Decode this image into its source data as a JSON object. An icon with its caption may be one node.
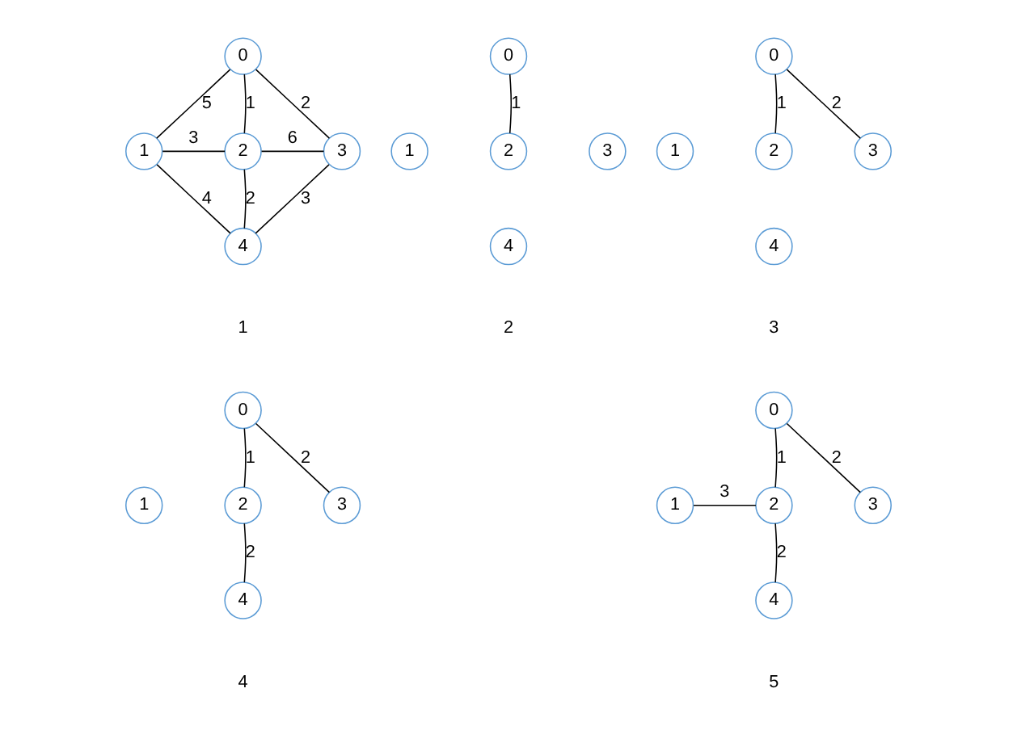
{
  "diagram": {
    "nodes": [
      {
        "text": [
          "0"
        ]
      },
      {
        "text": [
          "1"
        ]
      },
      {
        "text": [
          "2"
        ]
      },
      {
        "text": [
          "3"
        ]
      },
      {
        "text": [
          "4"
        ]
      },
      {
        "text": [
          "0"
        ]
      },
      {
        "text": [
          "1"
        ]
      },
      {
        "text": [
          "2"
        ]
      },
      {
        "text": [
          "3"
        ]
      },
      {
        "text": [
          "4"
        ]
      },
      {
        "text": [
          "0"
        ]
      },
      {
        "text": [
          "1"
        ]
      },
      {
        "text": [
          "2"
        ]
      },
      {
        "text": [
          "3"
        ]
      },
      {
        "text": [
          "4"
        ]
      },
      {
        "text": [
          "0"
        ]
      },
      {
        "text": [
          "1"
        ]
      },
      {
        "text": [
          "2"
        ]
      },
      {
        "text": [
          "3"
        ]
      },
      {
        "text": [
          "4"
        ]
      },
      {
        "text": [
          "0"
        ]
      },
      {
        "text": [
          "1"
        ]
      },
      {
        "text": [
          "2"
        ]
      },
      {
        "text": [
          "3"
        ]
      },
      {
        "text": [
          "4"
        ]
      }
    ],
    "edges": [
      {
        "from": 0,
        "to": 1,
        "arrow": "none",
        "label": "5"
      },
      {
        "from": 0,
        "to": 2,
        "arrow": "none",
        "label": "1"
      },
      {
        "from": 0,
        "to": 3,
        "arrow": "none",
        "label": "2"
      },
      {
        "from": 1,
        "to": 2,
        "arrow": "none",
        "label": "3"
      },
      {
        "from": 2,
        "to": 3,
        "arrow": "none",
        "label": "6"
      },
      {
        "from": 1,
        "to": 4,
        "arrow": "none",
        "label": "4"
      },
      {
        "from": 2,
        "to": 4,
        "arrow": "none",
        "label": "2"
      },
      {
        "from": 3,
        "to": 4,
        "arrow": "none",
        "label": "3"
      },
      {
        "from": 5,
        "to": 7,
        "arrow": "none",
        "label": "1"
      },
      {
        "from": 10,
        "to": 12,
        "arrow": "none",
        "label": "1"
      },
      {
        "from": 10,
        "to": 13,
        "arrow": "none",
        "label": "2"
      },
      {
        "from": 15,
        "to": 17,
        "arrow": "none",
        "label": "1"
      },
      {
        "from": 15,
        "to": 18,
        "arrow": "none",
        "label": "2"
      },
      {
        "from": 17,
        "to": 19,
        "arrow": "none",
        "label": "2"
      },
      {
        "from": 20,
        "to": 22,
        "arrow": "none",
        "label": "1"
      },
      {
        "from": 20,
        "to": 23,
        "arrow": "none",
        "label": "2"
      },
      {
        "from": 21,
        "to": 22,
        "arrow": "none",
        "label": "3"
      },
      {
        "from": 22,
        "to": 24,
        "arrow": "none",
        "label": "2"
      }
    ],
    "labels": [
      "1",
      "2",
      "3",
      "4",
      "5"
    ]
  }
}
